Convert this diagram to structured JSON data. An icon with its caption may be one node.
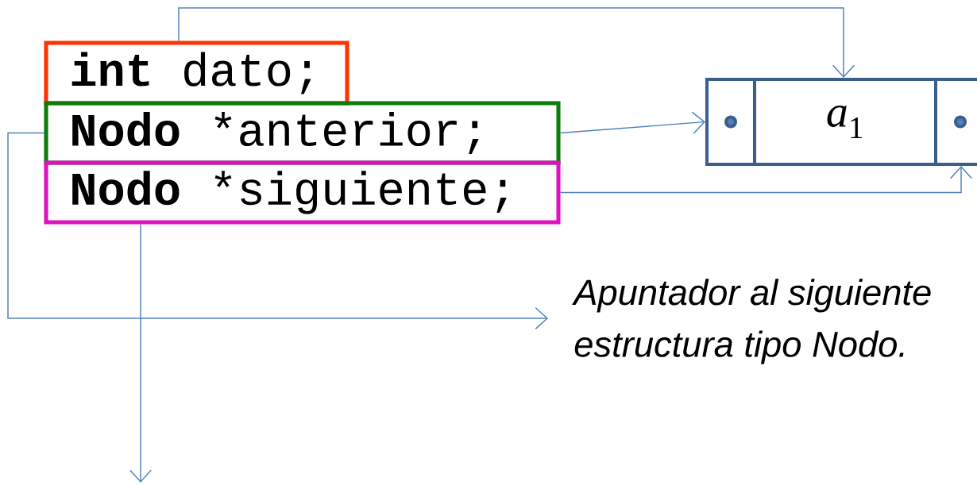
{
  "diagram": {
    "nodes": [
      {
        "text": [
          "int",
          "dato;"
        ]
      },
      {
        "text": [
          "Nodo",
          "*anterior;"
        ]
      },
      {
        "text": [
          "Nodo",
          "*siguiente;"
        ]
      },
      {
        "text": [],
        "shape": "box"
      },
      {
        "text": [
          "*a*$_{1}$"
        ]
      },
      {
        "text": [],
        "shape": "box"
      },
      {
        "text": [
          "Apuntador al siguiente estructura tipo Nodo."
        ]
      }
    ],
    "edges": [
      {
        "from": 0,
        "to": 4,
        "arrow": "to"
      },
      {
        "from": 1,
        "to": 3,
        "arrow": "to"
      },
      {
        "from": 2,
        "to": 5,
        "arrow": "to"
      },
      {
        "from": 1,
        "to": 6,
        "arrow": "to"
      },
      {
        "from": 2,
        "to": null,
        "arrow": "to"
      }
    ]
  }
}
